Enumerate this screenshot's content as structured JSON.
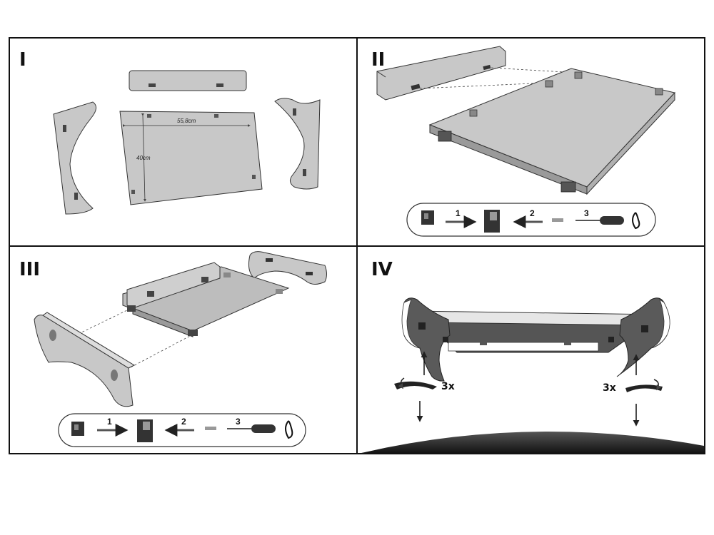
{
  "steps": [
    {
      "label": "I"
    },
    {
      "label": "II"
    },
    {
      "label": "III"
    },
    {
      "label": "IV"
    }
  ],
  "step1": {
    "width_label": "55,8cm",
    "height_label": "40cm"
  },
  "sequence": {
    "num1": "1",
    "num2": "2",
    "num3": "3"
  },
  "step4": {
    "rotation_left": "3x",
    "rotation_right": "3x"
  }
}
